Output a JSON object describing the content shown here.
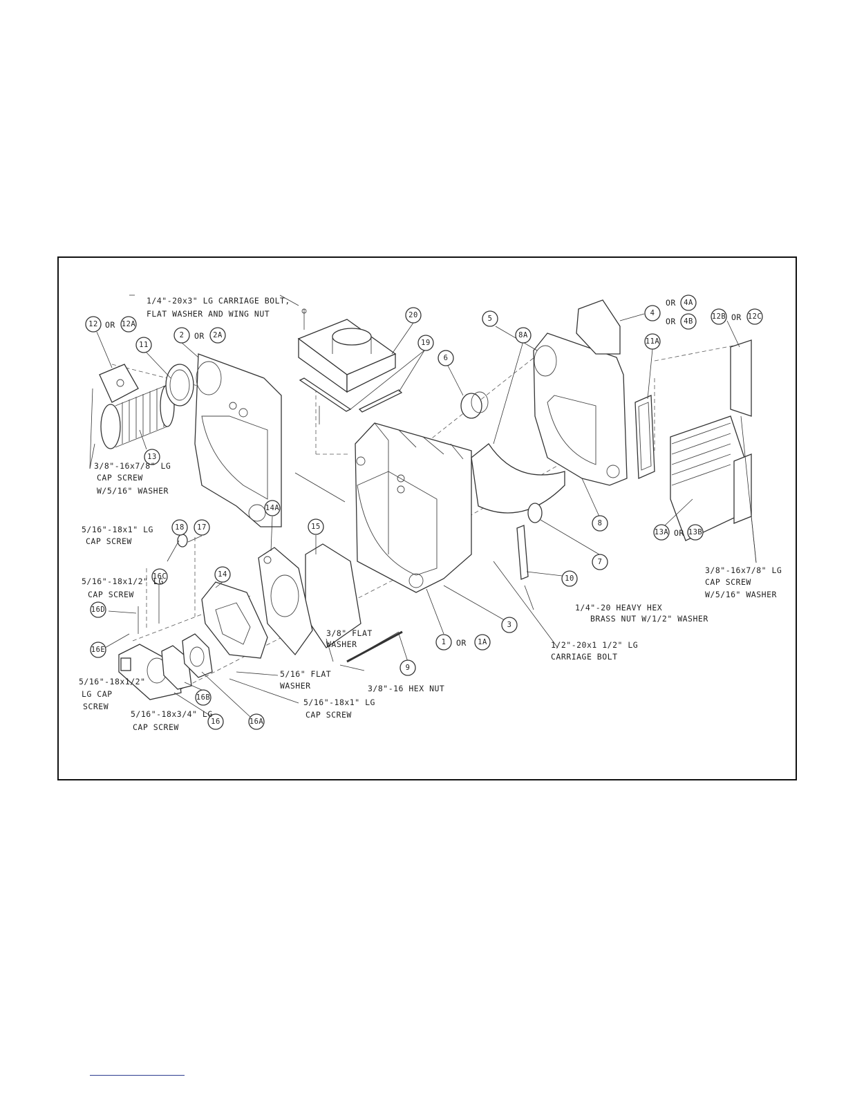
{
  "figure": {
    "bubbles": [
      {
        "id": "b12",
        "label": "12"
      },
      {
        "id": "b12A",
        "label": "12A"
      },
      {
        "id": "b11",
        "label": "11"
      },
      {
        "id": "b2",
        "label": "2"
      },
      {
        "id": "b2A",
        "label": "2A"
      },
      {
        "id": "b13",
        "label": "13"
      },
      {
        "id": "b20",
        "label": "20"
      },
      {
        "id": "b19",
        "label": "19"
      },
      {
        "id": "b5",
        "label": "5"
      },
      {
        "id": "b4",
        "label": "4"
      },
      {
        "id": "b4A",
        "label": "4A"
      },
      {
        "id": "b4B",
        "label": "4B"
      },
      {
        "id": "b12B",
        "label": "12B"
      },
      {
        "id": "b12C",
        "label": "12C"
      },
      {
        "id": "b11A",
        "label": "11A"
      },
      {
        "id": "b6",
        "label": "6"
      },
      {
        "id": "b8A",
        "label": "8A"
      },
      {
        "id": "b8",
        "label": "8"
      },
      {
        "id": "b7",
        "label": "7"
      },
      {
        "id": "b13A",
        "label": "13A"
      },
      {
        "id": "b13B",
        "label": "13B"
      },
      {
        "id": "b10",
        "label": "10"
      },
      {
        "id": "b3",
        "label": "3"
      },
      {
        "id": "b1",
        "label": "1"
      },
      {
        "id": "b1A",
        "label": "1A"
      },
      {
        "id": "b9",
        "label": "9"
      },
      {
        "id": "b15",
        "label": "15"
      },
      {
        "id": "b14A",
        "label": "14A"
      },
      {
        "id": "b14",
        "label": "14"
      },
      {
        "id": "b18",
        "label": "18"
      },
      {
        "id": "b17",
        "label": "17"
      },
      {
        "id": "b16C",
        "label": "16C"
      },
      {
        "id": "b16D",
        "label": "16D"
      },
      {
        "id": "b16E",
        "label": "16E"
      },
      {
        "id": "b16B",
        "label": "16B"
      },
      {
        "id": "b16",
        "label": "16"
      },
      {
        "id": "b16A",
        "label": "16A"
      }
    ],
    "or_words": {
      "or_12": "OR",
      "or_2": "OR",
      "or_4A": "OR",
      "or_4B": "OR",
      "or_12B": "OR",
      "or_13": "OR",
      "or_1": "OR"
    },
    "callouts": {
      "carriage_bolt_top_1": "1/4\"-20x3\" LG CARRIAGE BOLT,",
      "carriage_bolt_top_2": "FLAT WASHER AND WING NUT",
      "cap_screw_left_1": "3/8\"-16x7/8\" LG",
      "cap_screw_left_2": "CAP SCREW",
      "cap_screw_left_3": "W/5/16\" WASHER",
      "cap_screw_right_1": "3/8\"-16x7/8\" LG",
      "cap_screw_right_2": "CAP SCREW",
      "cap_screw_right_3": "W/5/16\" WASHER",
      "cap18_1": "5/16\"-18x1\" LG",
      "cap18_2": "CAP SCREW",
      "cap_half_1": "5/16\"-18x1/2\" LG",
      "cap_half_2": "CAP SCREW",
      "heavy_hex_1": "1/4\"-20 HEAVY HEX",
      "heavy_hex_2": "BRASS NUT W/1/2\" WASHER",
      "carriage_bolt_mid_1": "1/2\"-20x1 1/2\" LG",
      "carriage_bolt_mid_2": "CARRIAGE BOLT",
      "flat_washer_38_1": "3/8\" FLAT",
      "flat_washer_38_2": "WASHER",
      "hex_nut": "3/8\"-16 HEX NUT",
      "flat_washer_516_1": "5/16\" FLAT",
      "flat_washer_516_2": "WASHER",
      "cap_1in_1": "5/16\"-18x1\" LG",
      "cap_1in_2": "CAP SCREW",
      "lg_cap_1": "5/16\"-18x1/2\"",
      "lg_cap_2": "LG CAP",
      "lg_cap_3": "SCREW",
      "cap_34_1": "5/16\"-18x3/4\" LG",
      "cap_34_2": "CAP SCREW"
    }
  }
}
